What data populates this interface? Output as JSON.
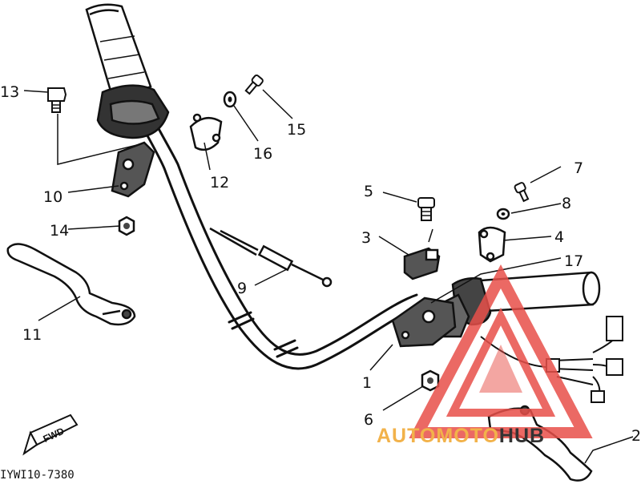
{
  "diagram": {
    "callouts": [
      "1",
      "2",
      "3",
      "4",
      "5",
      "6",
      "7",
      "8",
      "9",
      "10",
      "11",
      "12",
      "13",
      "14",
      "15",
      "16",
      "17"
    ],
    "part_code": "IYWI10-7380",
    "direction_tag": "FWD"
  },
  "watermark": {
    "text_part1": "AUTOMOTO",
    "text_part2": "HUB",
    "colors": {
      "triangle": "#e8504a",
      "part1": "#f2b24a",
      "part2": "#333333"
    }
  }
}
